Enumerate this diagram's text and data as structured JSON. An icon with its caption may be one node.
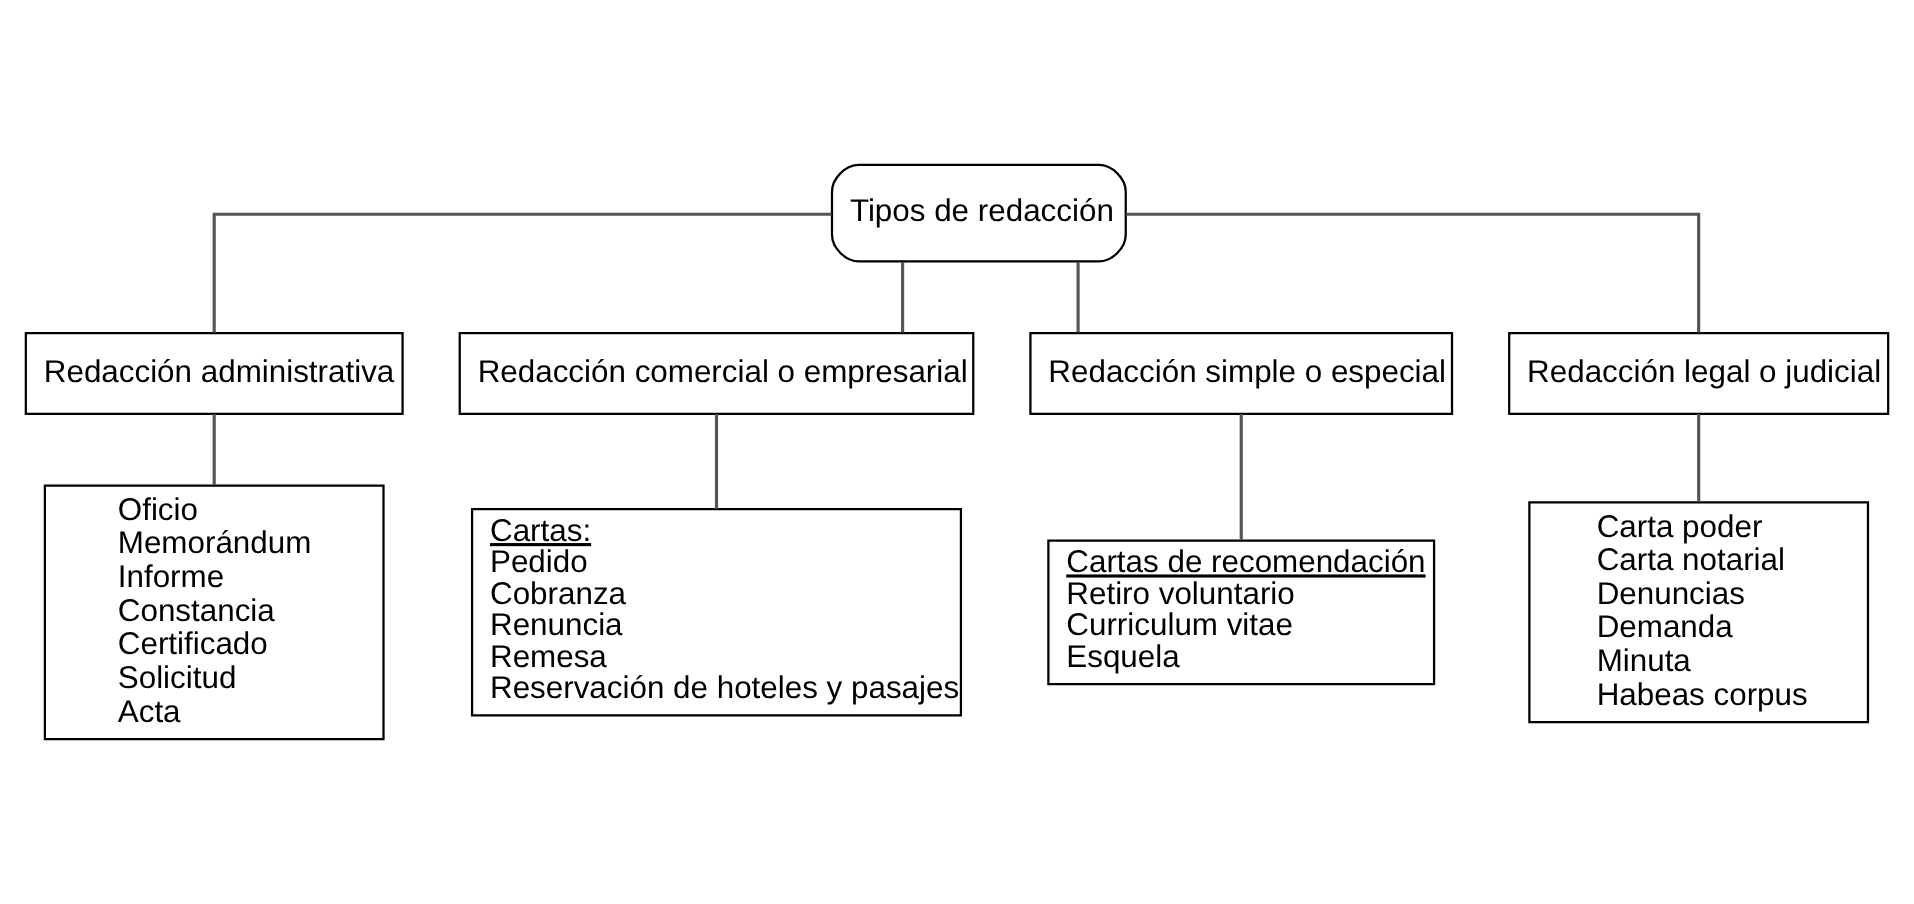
{
  "diagram": {
    "nodes": [
      {
        "text": [
          "Tipos de redacción"
        ]
      },
      {
        "text": [
          "Redacción administrativa"
        ]
      },
      {
        "text": [
          "Redacción comercial o empresarial"
        ]
      },
      {
        "text": [
          "Redacción simple o especial"
        ]
      },
      {
        "text": [
          "Redacción legal o judicial"
        ]
      },
      {
        "text": [
          "Oficio",
          "Memorándum",
          "Informe",
          "Constancia",
          "Certificado",
          "Solicitud",
          "Acta"
        ]
      },
      {
        "text": [
          "Cartas:",
          "Pedido",
          "Cobranza",
          "Renuncia",
          "Remesa",
          "Reservación de hoteles y pasajes"
        ]
      },
      {
        "text": [
          "Cartas de recomendación",
          "Retiro voluntario",
          "Curriculum vitae",
          "Esquela"
        ]
      },
      {
        "text": [
          "Carta poder",
          "Carta notarial",
          "Denuncias",
          "Demanda",
          "Minuta",
          "Habeas corpus"
        ]
      }
    ],
    "edges": [
      {
        "from": 0,
        "to": 1,
        "arrow": "none"
      },
      {
        "from": 0,
        "to": 2,
        "arrow": "none"
      },
      {
        "from": 0,
        "to": 3,
        "arrow": "none"
      },
      {
        "from": 0,
        "to": 4,
        "arrow": "none"
      },
      {
        "from": 1,
        "to": 5,
        "arrow": "none"
      },
      {
        "from": 2,
        "to": 6,
        "arrow": "none"
      },
      {
        "from": 3,
        "to": 7,
        "arrow": "none"
      },
      {
        "from": 4,
        "to": 8,
        "arrow": "none"
      }
    ]
  }
}
